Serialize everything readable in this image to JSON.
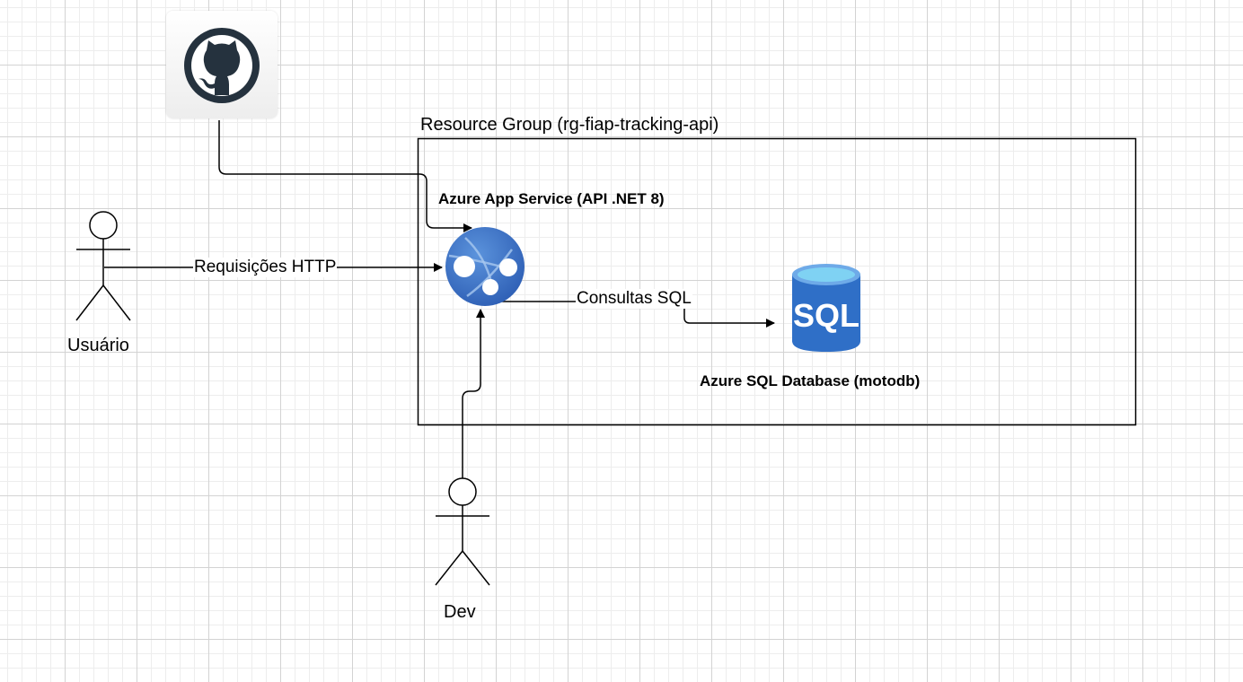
{
  "diagram": {
    "resource_group": {
      "title": "Resource Group (rg-fiap-tracking-api)"
    },
    "nodes": {
      "github": {
        "icon": "github-icon"
      },
      "app_service": {
        "label": "Azure App Service (API .NET 8)",
        "icon": "azure-app-service-icon"
      },
      "sql_database": {
        "label": "Azure SQL Database (motodb)",
        "icon": "azure-sql-database-icon",
        "icon_text": "SQL"
      },
      "user": {
        "label": "Usuário",
        "icon": "actor-icon"
      },
      "dev": {
        "label": "Dev",
        "icon": "actor-icon"
      }
    },
    "edges": {
      "http": {
        "label": "Requisições HTTP"
      },
      "sql": {
        "label": "Consultas SQL"
      }
    },
    "colors": {
      "azure_blue": "#3b6fc5",
      "sql_cylinder": "#2f6fc7",
      "sql_top": "#7fd2f3",
      "github_dark": "#25323e"
    }
  }
}
